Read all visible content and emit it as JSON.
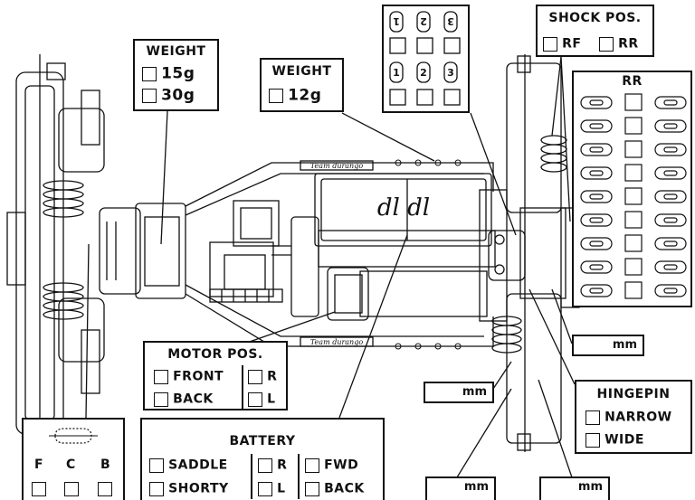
{
  "weight_front": {
    "title": "WEIGHT",
    "options": [
      "15g",
      "30g"
    ]
  },
  "weight_middle": {
    "title": "WEIGHT",
    "options": [
      "12g"
    ]
  },
  "pivot_block": {
    "top": [
      "1",
      "2",
      "3"
    ],
    "bottom": [
      "1",
      "2",
      "3"
    ]
  },
  "shock_pos": {
    "title": "SHOCK POS.",
    "options": [
      "RF",
      "RR"
    ]
  },
  "rr_table": {
    "title": "RR",
    "rows": 9
  },
  "motor_pos": {
    "title": "MOTOR POS.",
    "left": [
      "FRONT",
      "BACK"
    ],
    "right": [
      "R",
      "L"
    ]
  },
  "battery": {
    "title": "BATTERY",
    "col1": [
      "SADDLE",
      "SHORTY"
    ],
    "col2": [
      "R",
      "L"
    ],
    "col3": [
      "FWD",
      "BACK"
    ]
  },
  "hingepin": {
    "title": "HINGEPIN",
    "options": [
      "NARROW",
      "WIDE"
    ]
  },
  "fcb": {
    "labels": [
      "F",
      "C",
      "B"
    ]
  },
  "mm_fields": {
    "unit": "mm"
  },
  "chassis_logo": "Team durango",
  "battery_logo": "dl dl",
  "colors": {
    "line": "#111111",
    "background": "#ffffff"
  }
}
